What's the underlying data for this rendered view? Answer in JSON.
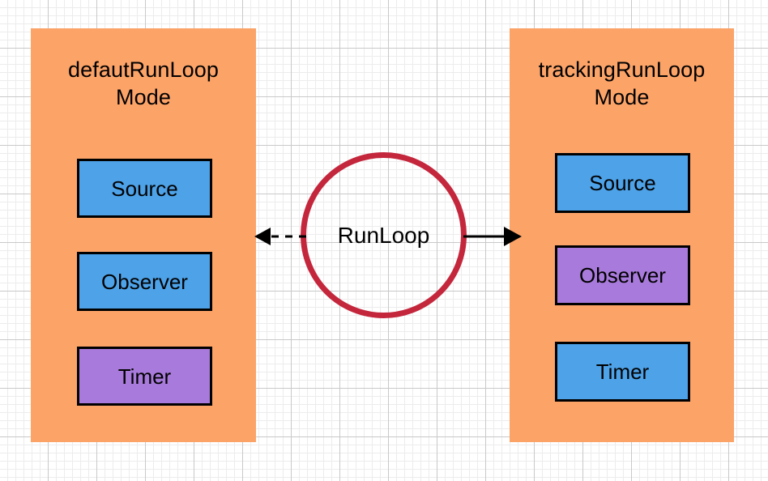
{
  "diagram": {
    "title_left": "defautRunLoop\nMode",
    "title_right": "trackingRunLoop\nMode",
    "center_label": "RunLoop",
    "colors": {
      "panel": "#fca368",
      "blue": "#4da2e8",
      "purple": "#a87adb",
      "circle_stroke": "#c4263c",
      "outline": "#000000",
      "grid_minor": "#ececec",
      "grid_major": "#c9c9c9",
      "background": "#ffffff"
    },
    "panels": [
      {
        "id": "left",
        "title": "defautRunLoop\nMode",
        "items": [
          {
            "label": "Source",
            "color": "blue"
          },
          {
            "label": "Observer",
            "color": "blue"
          },
          {
            "label": "Timer",
            "color": "purple"
          }
        ]
      },
      {
        "id": "right",
        "title": "trackingRunLoop\nMode",
        "items": [
          {
            "label": "Source",
            "color": "blue"
          },
          {
            "label": "Observer",
            "color": "purple"
          },
          {
            "label": "Timer",
            "color": "blue"
          }
        ]
      }
    ],
    "connectors": [
      {
        "id": "left-arrow",
        "style": "dashed",
        "direction": "left",
        "from": "RunLoop",
        "to": "defautRunLoop Mode"
      },
      {
        "id": "right-arrow",
        "style": "solid",
        "direction": "right",
        "from": "RunLoop",
        "to": "trackingRunLoop Mode"
      }
    ]
  }
}
